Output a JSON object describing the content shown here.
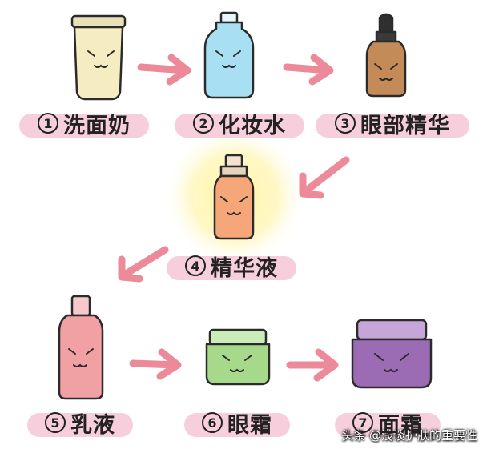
{
  "steps": [
    {
      "number": "1",
      "label": "洗面奶",
      "color": "#f6ecc2"
    },
    {
      "number": "2",
      "label": "化妆水",
      "color": "#a9dff2"
    },
    {
      "number": "3",
      "label": "眼部精华",
      "color": "#c48a57"
    },
    {
      "number": "4",
      "label": "精华液",
      "color": "#f5a77a"
    },
    {
      "number": "5",
      "label": "乳液",
      "color": "#f1a0a4"
    },
    {
      "number": "6",
      "label": "眼霜",
      "color": "#a6d98a"
    },
    {
      "number": "7",
      "label": "面霜",
      "color": "#9b6cb3"
    }
  ],
  "arrow_color": "#ec8a9a",
  "watermark": "头条 @浅谈护肤的重要性"
}
